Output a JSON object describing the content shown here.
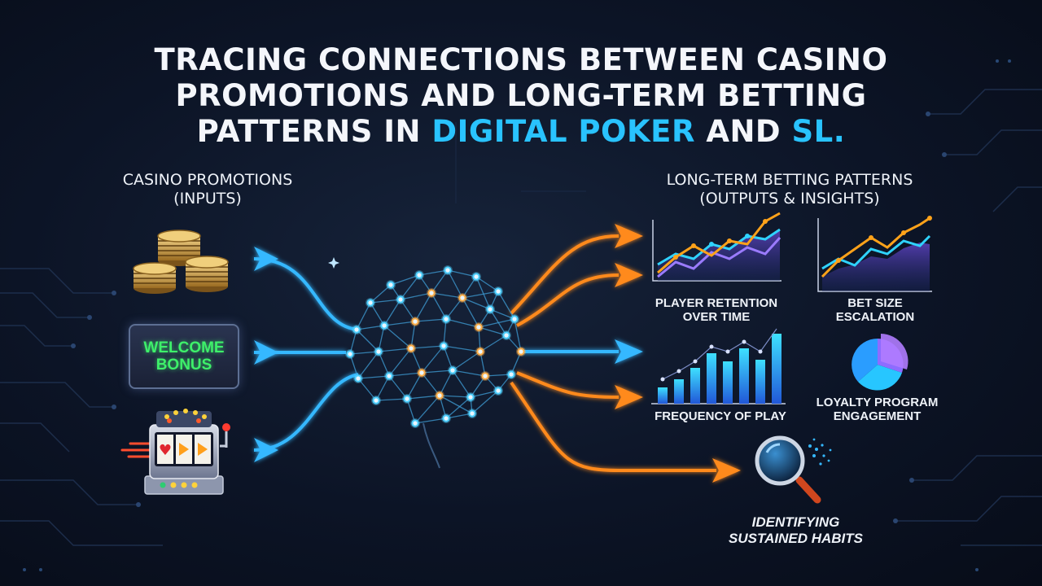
{
  "title": {
    "line1": "TRACING CONNECTIONS BETWEEN CASINO",
    "line2": "PROMOTIONS AND LONG-TERM BETTING",
    "line3_start": "PATTERNS IN ",
    "line3_highlight1": "DIGITAL POKER",
    "line3_mid": " AND ",
    "line3_highlight2": "SL."
  },
  "inputs": {
    "heading_line1": "CASINO PROMOTIONS",
    "heading_line2": "(INPUTS)",
    "items": [
      {
        "name": "casino-chips",
        "icon": "chip-stacks-icon"
      },
      {
        "name": "welcome-bonus",
        "line1": "WELCOME",
        "line2": "BONUS"
      },
      {
        "name": "slot-machine",
        "icon": "slot-machine-icon"
      }
    ]
  },
  "outputs": {
    "heading_line1": "LONG-TERM BETTING PATTERNS",
    "heading_line2": "(OUTPUTS & INSIGHTS)",
    "player_retention": {
      "line1": "PLAYER RETENTION",
      "line2": "OVER TIME"
    },
    "bet_size": {
      "line1": "BET SIZE",
      "line2": "ESCALATION"
    },
    "frequency": {
      "label": "FREQUENCY OF PLAY"
    },
    "loyalty": {
      "line1": "LOYALTY PROGRAM",
      "line2": "ENGAGEMENT"
    },
    "habits": {
      "line1": "IDENTIFYING",
      "line2": "SUSTAINED HABITS"
    }
  },
  "colors": {
    "input_flow": "#35b8ff",
    "output_flow": "#ff8a1e",
    "highlight": "#29c3ff",
    "welcome_text": "#3ef06a",
    "chart_cyan": "#2fd3ff",
    "chart_purple": "#9b7bff",
    "chart_orange": "#ffa21a"
  }
}
